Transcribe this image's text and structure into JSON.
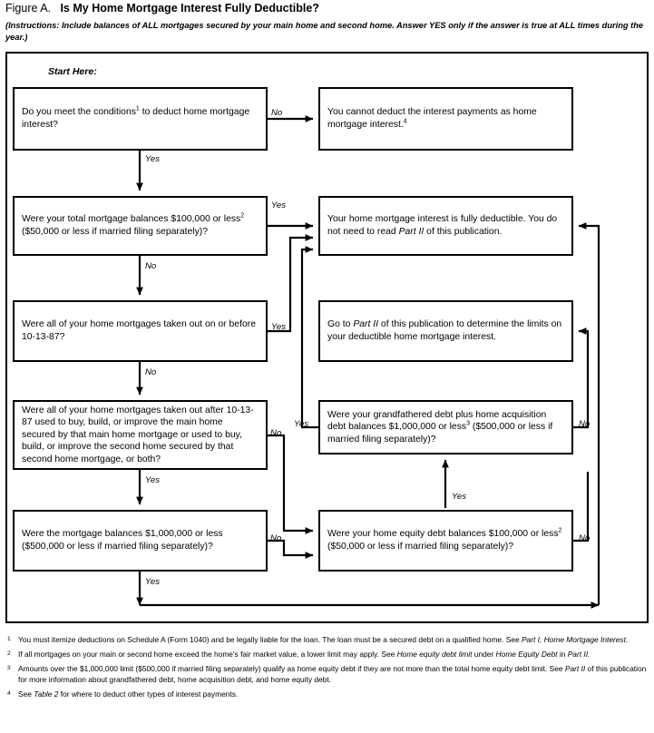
{
  "header": {
    "figure_label": "Figure A.",
    "title": "Is My Home Mortgage Interest Fully Deductible?",
    "instructions": "(Instructions: Include balances of ALL mortgages secured by your main home and second home. Answer YES only if the answer is true at ALL times during the year.)"
  },
  "start_label": "Start Here:",
  "nodes": {
    "q1": "Do you meet the conditions¹ to deduct home mortgage interest?",
    "r1": "You cannot deduct the interest payments as home mortgage interest.⁴",
    "q2": "Were your total mortgage balances $100,000 or less² ($50,000 or less if married filing separately)?",
    "r2": "Your home mortgage interest is fully deductible. You do not need to read Part II of this publication.",
    "q3": "Were all of your home mortgages taken out on or before 10-13-87?",
    "r3": "Go to Part II of this publication to determine the limits on your deductible home mortgage interest.",
    "q4": "Were all of your home mortgages taken out after 10-13-87 used to buy, build, or improve the main home secured by that main home mortgage or used to buy, build, or improve the second home secured by that second home mortgage, or both?",
    "r4": "Were your grandfathered debt plus home acquisition debt balances $1,000,000 or less³ ($500,000 or less if married filing separately)?",
    "q5": "Were the mortgage balances $1,000,000 or less ($500,000 or less if married filing separately)?",
    "r5": "Were your home equity debt balances $100,000 or less² ($50,000 or less if married filing separately)?"
  },
  "edges": {
    "q1_no": "No",
    "q1_yes": "Yes",
    "q2_yes": "Yes",
    "q2_no": "No",
    "q3_yes": "Yes",
    "q3_no": "No",
    "q4_no": "No",
    "q4_yes_right": "Yes",
    "q4_yes_down": "Yes",
    "r4_no": "No",
    "r4_yes": "Yes",
    "q5_no": "No",
    "q5_yes": "Yes",
    "r5_no": "No"
  },
  "footnotes": [
    {
      "num": "1",
      "text": "You must itemize deductions on Schedule A (Form 1040) and be legally liable for the loan. The loan must be a secured debt on a qualified home. See Part I, Home Mortgage Interest."
    },
    {
      "num": "2",
      "text": "If all mortgages on your main or second home exceed the home's fair market value, a lower limit may apply. See Home equity debt limit under Home Equity Debt in Part II."
    },
    {
      "num": "3",
      "text": "Amounts over the $1,000,000 limit ($500,000 if married filing separately) qualify as home equity debt if they are not more than the total home equity debt limit. See Part II of this publication for more information about grandfathered debt, home acquisition debt, and home equity debt."
    },
    {
      "num": "4",
      "text": "See Table 2 for where to deduct other types of interest payments."
    }
  ],
  "colors": {
    "ink": "#000000",
    "paper": "#ffffff"
  }
}
